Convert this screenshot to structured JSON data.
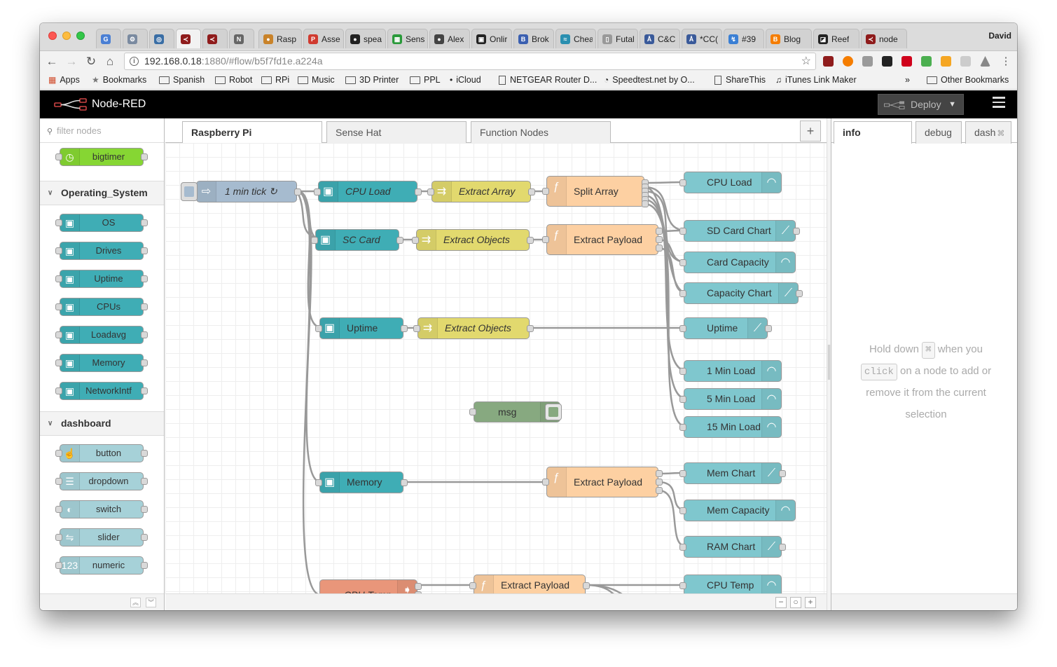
{
  "browser": {
    "profile_name": "David",
    "tabs": [
      {
        "title": "",
        "color": "#4a7fd4",
        "glyph": "G"
      },
      {
        "title": "",
        "color": "#7a8aa0",
        "glyph": "⚙"
      },
      {
        "title": "",
        "color": "#3a6ea5",
        "glyph": "◎"
      },
      {
        "title": "",
        "color": "#8f1c1c",
        "glyph": "≺"
      },
      {
        "title": "",
        "color": "#8f1c1c",
        "glyph": "≺"
      },
      {
        "title": "",
        "color": "#666666",
        "glyph": "N"
      },
      {
        "title": "Rasp",
        "color": "#c9832a",
        "glyph": "●"
      },
      {
        "title": "Asse",
        "color": "#d03a2f",
        "glyph": "P"
      },
      {
        "title": "spea",
        "color": "#222222",
        "glyph": "●"
      },
      {
        "title": "Sens",
        "color": "#2a9a3a",
        "glyph": "▦"
      },
      {
        "title": "Alex",
        "color": "#444444",
        "glyph": "●"
      },
      {
        "title": "Onlir",
        "color": "#222222",
        "glyph": "▣"
      },
      {
        "title": "Brok",
        "color": "#3a5fb0",
        "glyph": "B"
      },
      {
        "title": "Chea",
        "color": "#2a8fb0",
        "glyph": "≈"
      },
      {
        "title": "Futal",
        "color": "#999999",
        "glyph": "▯"
      },
      {
        "title": "C&C",
        "color": "#3a5a9a",
        "glyph": "Å"
      },
      {
        "title": "*CC(",
        "color": "#3a5a9a",
        "glyph": "Å"
      },
      {
        "title": "#39",
        "color": "#3a7fd4",
        "glyph": "↯"
      },
      {
        "title": "Blog",
        "color": "#f57d00",
        "glyph": "B"
      },
      {
        "title": "Reef",
        "color": "#222222",
        "glyph": "◪"
      },
      {
        "title": "node",
        "color": "#8f1c1c",
        "glyph": "≺"
      }
    ],
    "address": {
      "host": "192.168.0.18",
      "path": ":1880/#flow/b5f7fd1e.a224a"
    },
    "bookmarks": [
      {
        "label": "Apps",
        "icon": "apps-grid"
      },
      {
        "label": "Bookmarks",
        "icon": "star"
      },
      {
        "label": "Spanish",
        "icon": "folder"
      },
      {
        "label": "Robot",
        "icon": "folder"
      },
      {
        "label": "RPi",
        "icon": "folder"
      },
      {
        "label": "Music",
        "icon": "folder"
      },
      {
        "label": "3D Printer",
        "icon": "folder"
      },
      {
        "label": "PPL",
        "icon": "folder"
      },
      {
        "label": "iCloud",
        "icon": "apple"
      },
      {
        "label": "NETGEAR Router D...",
        "icon": "doc"
      },
      {
        "label": "Speedtest.net by O...",
        "icon": "speed"
      },
      {
        "label": "ShareThis",
        "icon": "doc"
      },
      {
        "label": "iTunes Link Maker",
        "icon": "itunes"
      }
    ],
    "bookmarks_overflow": "»",
    "other_bookmarks": "Other Bookmarks"
  },
  "nodered": {
    "app_title": "Node-RED",
    "deploy_label": "Deploy",
    "palette": {
      "filter_placeholder": "filter nodes",
      "top_node": {
        "label": "bigtimer",
        "color": "#86d633"
      },
      "categories": [
        {
          "title": "Operating_System",
          "nodes": [
            "OS",
            "Drives",
            "Uptime",
            "CPUs",
            "Loadavg",
            "Memory",
            "NetworkIntf"
          ],
          "color": "#3fadb5"
        },
        {
          "title": "dashboard",
          "nodes": [
            "button",
            "dropdown",
            "switch",
            "slider",
            "numeric"
          ],
          "color": "#a6d1d8"
        }
      ]
    },
    "workspace_tabs": [
      "Raspberry Pi",
      "Sense Hat",
      "Function Nodes"
    ],
    "flow_nodes": {
      "inject": "1 min tick ↻",
      "cpu_load": "CPU Load",
      "extract_array": "Extract Array",
      "split_array": "Split Array",
      "sc_card": "SC Card",
      "extract_objects_1": "Extract Objects",
      "extract_payload_1": "Extract Payload",
      "uptime": "Uptime",
      "extract_objects_2": "Extract Objects",
      "msg": "msg",
      "memory": "Memory",
      "extract_payload_2": "Extract Payload",
      "cpu_temp": "CPU Temp",
      "extract_payload_3": "Extract Payload",
      "ui_cpu_load": "CPU Load",
      "ui_sd_card_chart": "SD Card Chart",
      "ui_card_capacity": "Card Capacity",
      "ui_capacity_chart": "Capacity Chart",
      "ui_uptime": "Uptime",
      "ui_1min": "1 Min Load",
      "ui_5min": "5 Min Load",
      "ui_15min": "15 Min Load",
      "ui_mem_chart": "Mem Chart",
      "ui_mem_capacity": "Mem Capacity",
      "ui_ram_chart": "RAM Chart",
      "ui_cpu_temp": "CPU Temp"
    },
    "colors": {
      "os_node": "#3fadb5",
      "change_node": "#e2d96e",
      "function_node": "#fdd0a2",
      "ui_node": "#7fc7ce",
      "debug_node": "#87a980",
      "exec_node": "#e9967a",
      "inject_node": "#a6bbcf"
    },
    "sidebar": {
      "tabs": [
        "info",
        "debug",
        "dash"
      ],
      "hint_before": "Hold down",
      "hint_key": "⌘",
      "hint_when": "when you",
      "hint_click": "click",
      "hint_after": "on a node to add or remove it from the current selection"
    }
  }
}
